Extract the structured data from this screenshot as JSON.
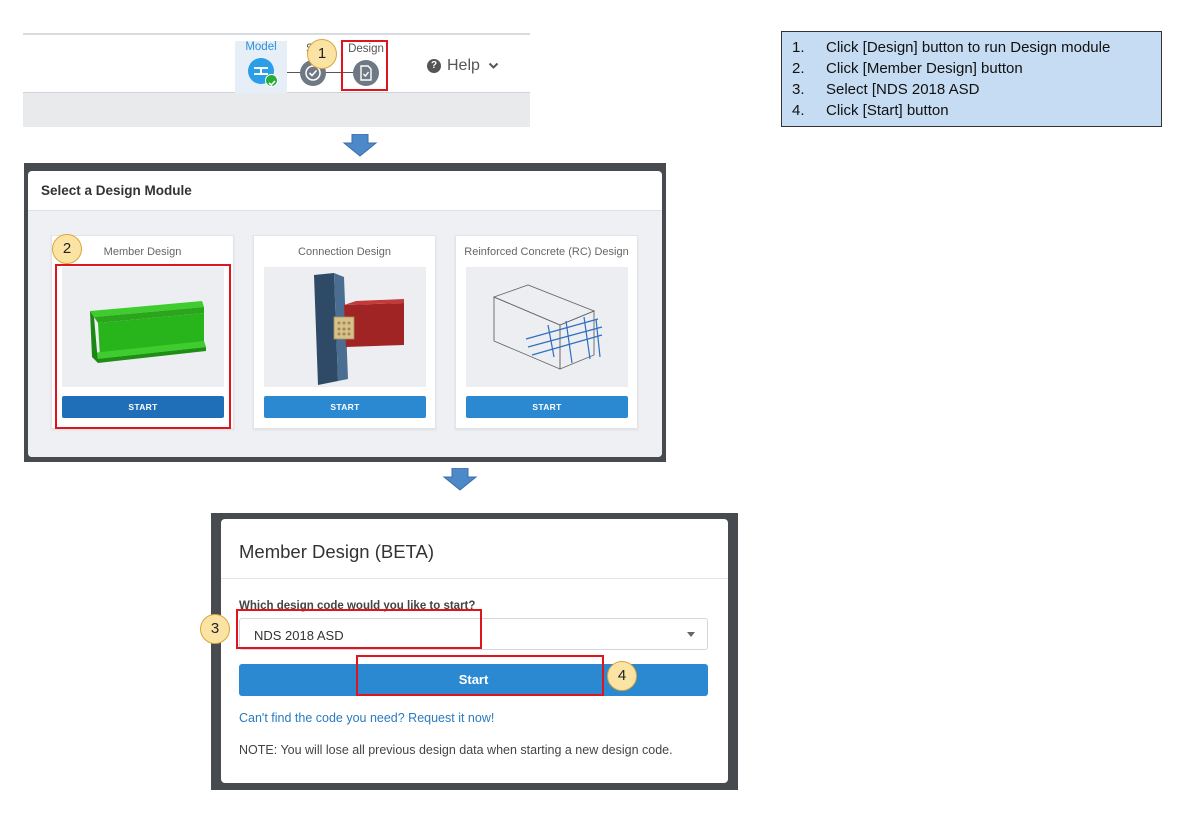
{
  "toolbar": {
    "steps": [
      {
        "label": "Model"
      },
      {
        "label": "So"
      },
      {
        "label": "Design"
      }
    ],
    "help_label": "Help"
  },
  "instructions": [
    {
      "num": "1.",
      "text": "Click [Design] button to run Design module"
    },
    {
      "num": "2.",
      "text": "Click [Member Design] button"
    },
    {
      "num": "3.",
      "text": "Select [NDS 2018 ASD"
    },
    {
      "num": "4.",
      "text": "Click [Start] button"
    }
  ],
  "callouts": [
    "1",
    "2",
    "3",
    "4"
  ],
  "module_dialog": {
    "title": "Select a Design Module",
    "cards": [
      {
        "title": "Member Design",
        "button": "START"
      },
      {
        "title": "Connection Design",
        "button": "START"
      },
      {
        "title": "Reinforced Concrete (RC) Design",
        "button": "START"
      }
    ]
  },
  "member_dialog": {
    "title": "Member Design (BETA)",
    "question": "Which design code would you like to start?",
    "selected_code": "NDS 2018 ASD",
    "start_button": "Start",
    "request_link": "Can't find the code you need? Request it now!",
    "note": "NOTE: You will lose all previous design data when starting a new design code."
  },
  "colors": {
    "highlight": "#e0141c",
    "primary_button": "#2b89d2",
    "instructions_bg": "#c6dcf2",
    "callout_bg": "#fbe3a4"
  },
  "icons": [
    "beam-icon",
    "check-icon",
    "design-doc-icon",
    "help-icon",
    "chevron-down-icon",
    "down-arrow-icon",
    "caret-down-icon"
  ]
}
